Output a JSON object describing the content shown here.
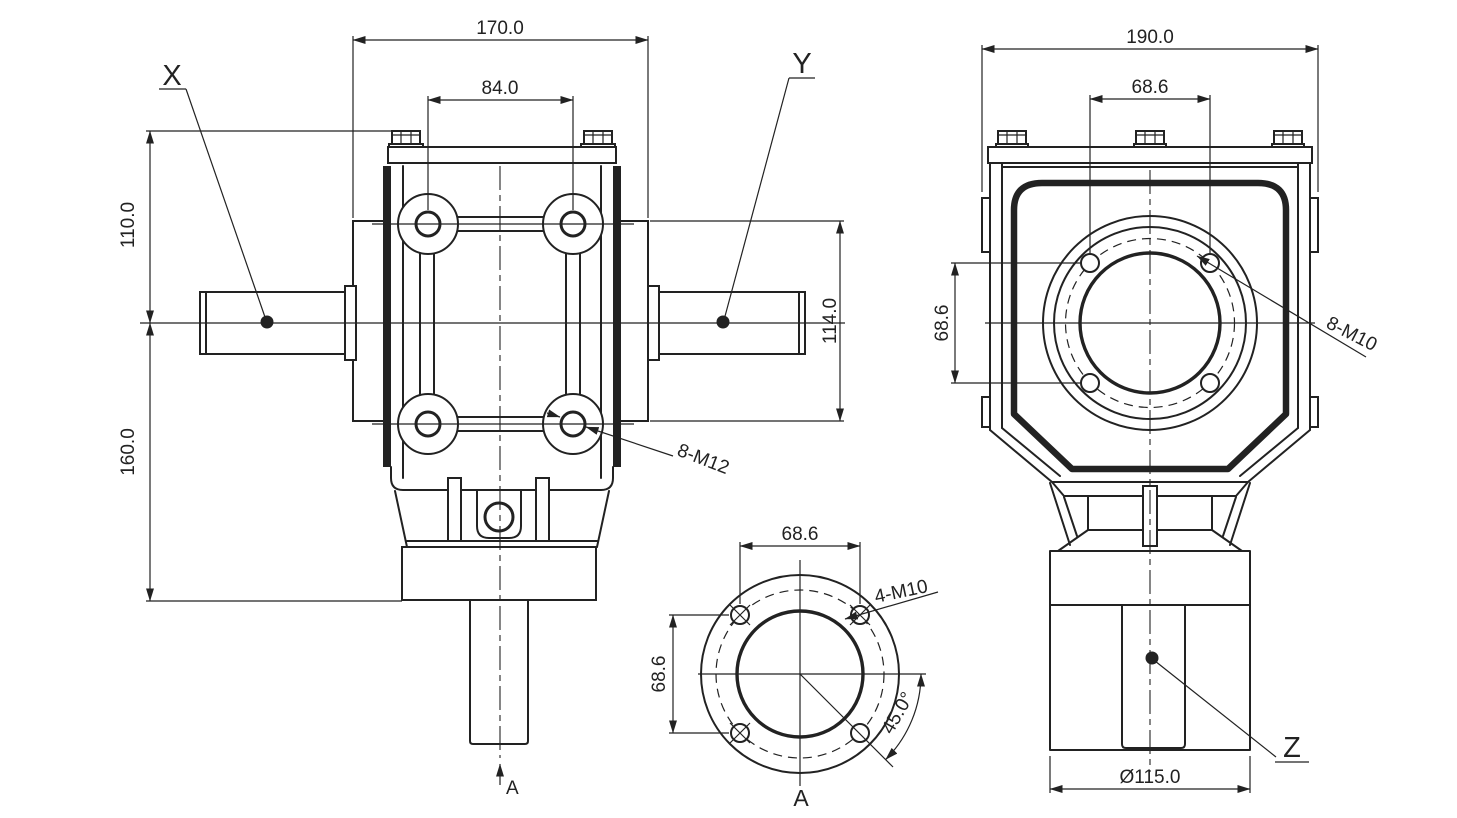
{
  "colors": {
    "background": "#ffffff",
    "line": "#222222"
  },
  "front_view": {
    "shaft_label_left": "X",
    "shaft_label_right": "Y",
    "dim_overall_width": "170.0",
    "dim_bolt_spacing": "84.0",
    "dim_top_to_axis": "110.0",
    "dim_axis_to_base": "160.0",
    "dim_side_flange_height": "114.0",
    "thread_callout": "8-M12",
    "section_arrow_label": "A"
  },
  "side_view": {
    "dim_overall_width": "190.0",
    "dim_bolt_spacing_horizontal": "68.6",
    "dim_bolt_spacing_vertical": "68.6",
    "thread_callout": "8-M10",
    "dim_flange_diameter": "Ø115.0",
    "shaft_label_bottom": "Z"
  },
  "section_view": {
    "dim_bolt_spacing_horizontal": "68.6",
    "dim_bolt_spacing_vertical": "68.6",
    "thread_callout": "4-M10",
    "dim_bolt_angle": "45.0°",
    "section_label": "A"
  }
}
